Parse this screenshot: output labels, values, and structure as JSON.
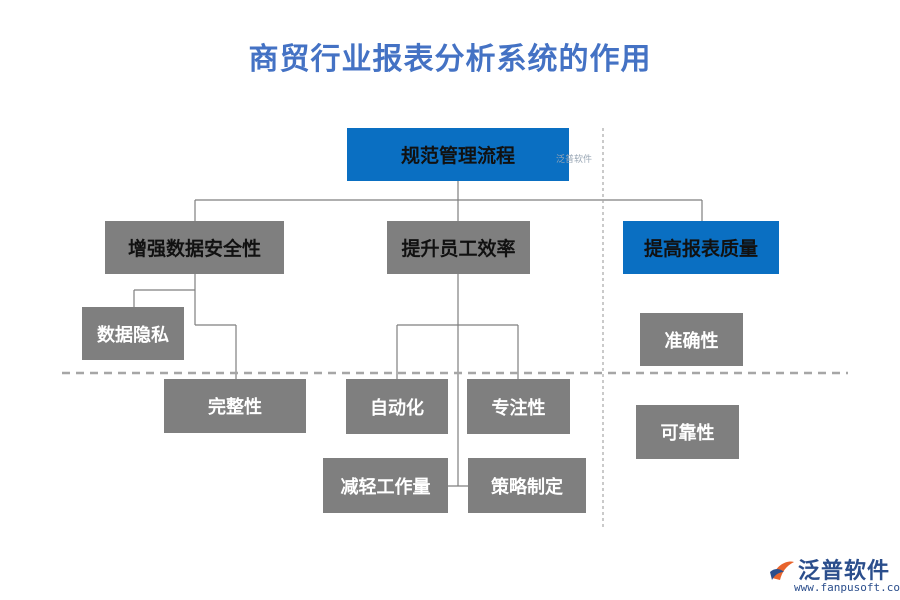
{
  "title": "商贸行业报表分析系统的作用",
  "nodes": {
    "root": "规范管理流程",
    "security": "增强数据安全性",
    "efficiency": "提升员工效率",
    "quality": "提高报表质量",
    "privacy": "数据隐私",
    "integrity": "完整性",
    "automation": "自动化",
    "focus": "专注性",
    "workload": "减轻工作量",
    "strategy": "策略制定",
    "accuracy": "准确性",
    "reliability": "可靠性"
  },
  "watermark": {
    "small": "泛普软件",
    "brand": "泛普软件",
    "url": "www.fanpusoft.com"
  },
  "colors": {
    "title": "#4472c4",
    "blue_box": "#0a6fc2",
    "gray_box": "#7f7f7f",
    "connector": "#7f7f7f",
    "dashed": "#a6a6a6"
  }
}
